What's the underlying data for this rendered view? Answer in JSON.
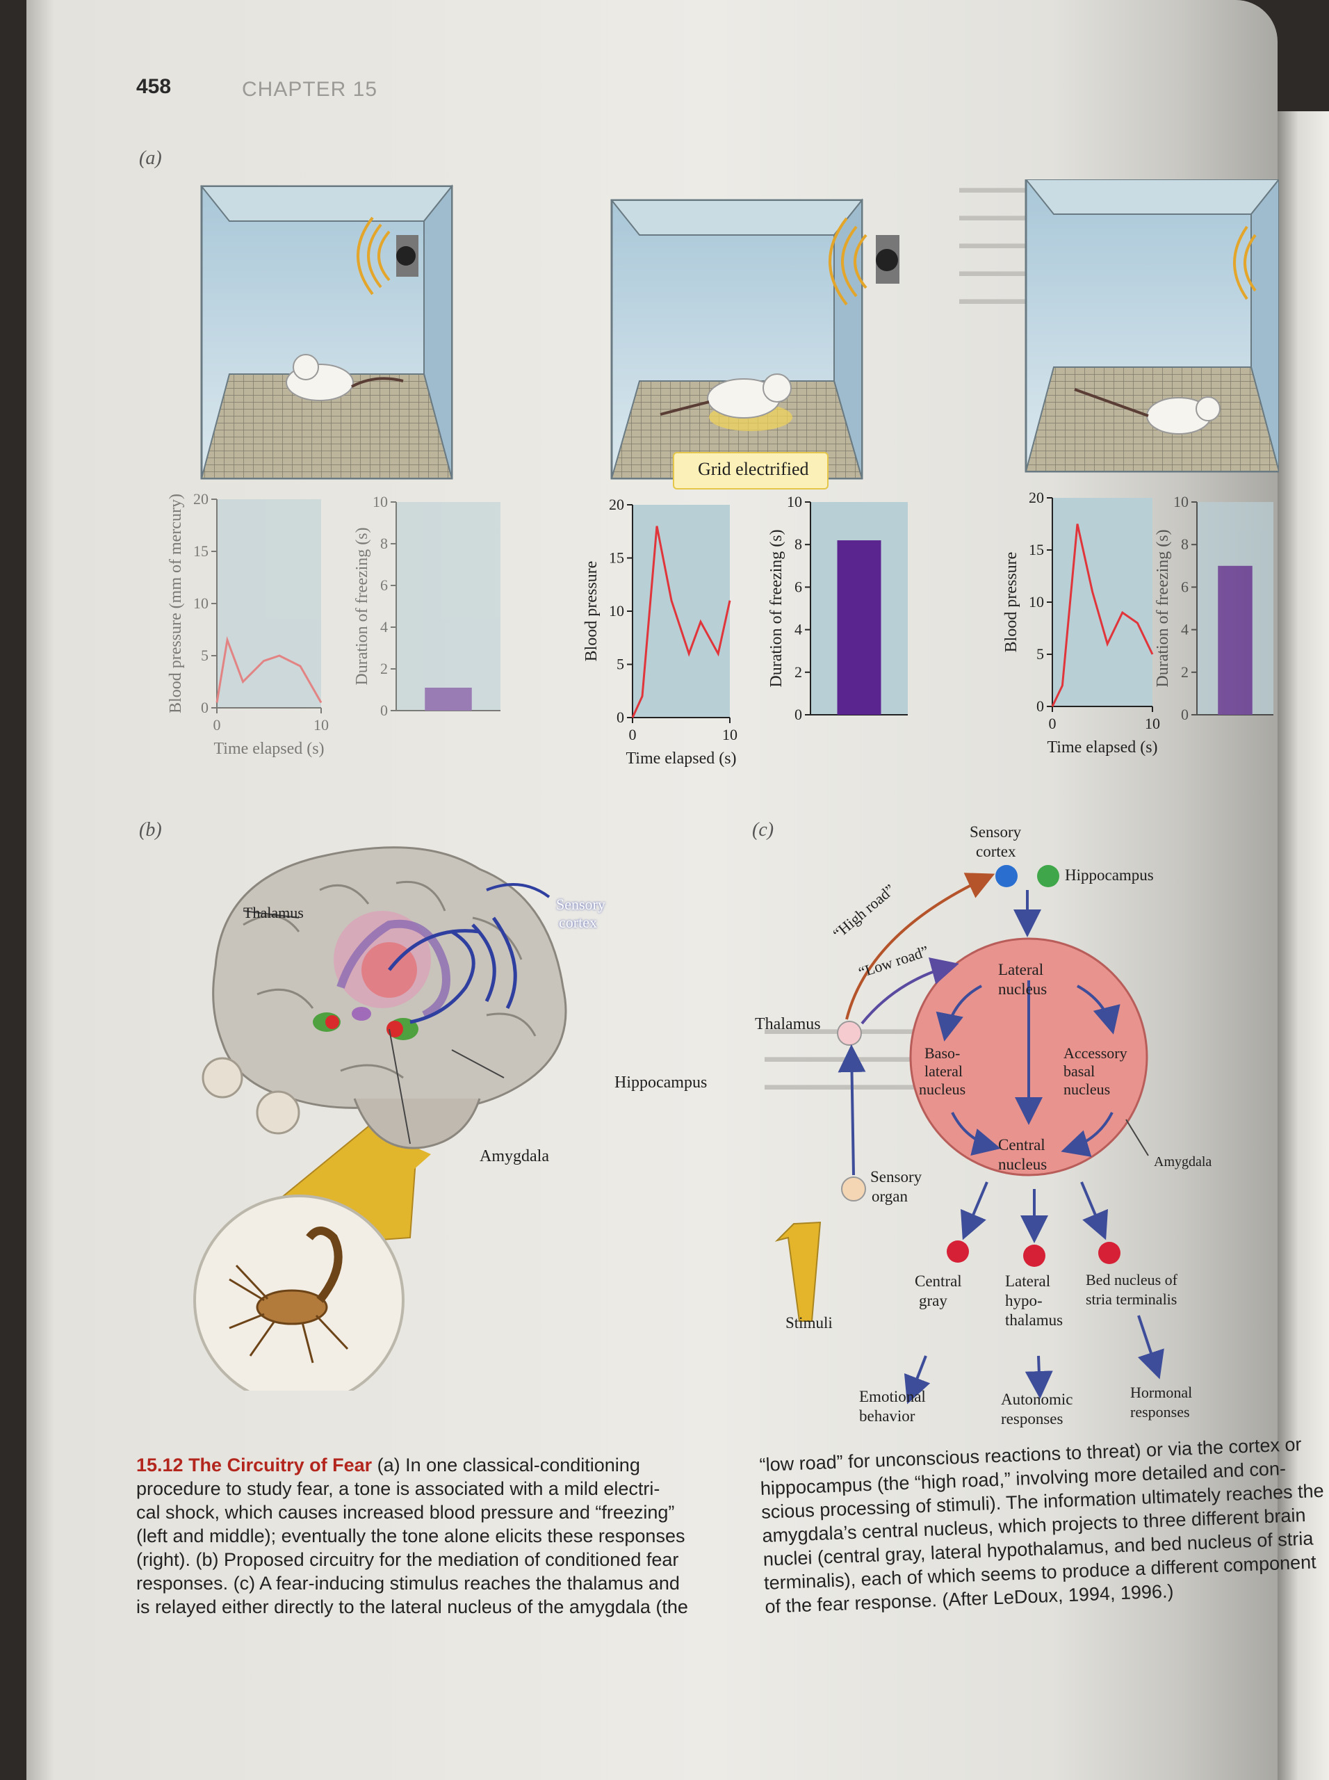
{
  "header": {
    "page_number": "458",
    "chapter": "CHAPTER 15"
  },
  "panel_labels": {
    "a": "(a)",
    "b": "(b)",
    "c": "(c)"
  },
  "grid_label": "Grid electrified",
  "chart_data": [
    {
      "type": "line",
      "ylabel": "Blood pressure (mm of mercury)",
      "xlabel": "Time elapsed (s)",
      "xlim": [
        0,
        10
      ],
      "ylim": [
        0,
        20
      ],
      "xticks": [
        "0",
        "10"
      ],
      "yticks": [
        "0",
        "5",
        "10",
        "15",
        "20"
      ],
      "x": [
        0,
        1,
        2.5,
        4.5,
        6,
        8,
        10
      ],
      "y": [
        0.5,
        6.5,
        2.5,
        4.5,
        5,
        4,
        0.5
      ]
    },
    {
      "type": "bar",
      "ylabel": "Duration of freezing (s)",
      "ylim": [
        0,
        10
      ],
      "yticks": [
        "0",
        "2",
        "4",
        "6",
        "8",
        "10"
      ],
      "values": [
        1.1
      ]
    },
    {
      "type": "line",
      "ylabel": "Blood pressure",
      "xlabel": "Time elapsed (s)",
      "xlim": [
        0,
        10
      ],
      "ylim": [
        0,
        20
      ],
      "xticks": [
        "0",
        "10"
      ],
      "yticks": [
        "0",
        "5",
        "10",
        "15",
        "20"
      ],
      "x": [
        0,
        1,
        2.5,
        4,
        5.8,
        7,
        8.8,
        10
      ],
      "y": [
        0,
        2,
        18,
        11,
        6,
        9,
        6,
        11
      ]
    },
    {
      "type": "bar",
      "ylabel": "Duration of freezing (s)",
      "ylim": [
        0,
        10
      ],
      "yticks": [
        "0",
        "2",
        "4",
        "6",
        "8",
        "10"
      ],
      "values": [
        8.2
      ]
    },
    {
      "type": "line",
      "ylabel": "Blood pressure",
      "xlabel": "Time elapsed (s)",
      "xlim": [
        0,
        10
      ],
      "ylim": [
        0,
        20
      ],
      "xticks": [
        "0",
        "10"
      ],
      "yticks": [
        "0",
        "5",
        "10",
        "15",
        "20"
      ],
      "x": [
        0,
        1,
        2.5,
        4,
        5.5,
        7,
        8.5,
        10
      ],
      "y": [
        0,
        2,
        17.5,
        11,
        6,
        9,
        8,
        5
      ]
    },
    {
      "type": "bar",
      "ylabel": "Duration of freezing (s)",
      "ylim": [
        0,
        10
      ],
      "yticks": [
        "0",
        "2",
        "4",
        "6",
        "8",
        "10"
      ],
      "values": [
        7
      ]
    }
  ],
  "brain": {
    "thalamus": "Thalamus",
    "sensory_cortex_1": "Sensory",
    "sensory_cortex_2": "cortex",
    "hippocampus": "Hippocampus",
    "amygdala": "Amygdala"
  },
  "circuit": {
    "sensory_cortex_1": "Sensory",
    "sensory_cortex_2": "cortex",
    "hippocampus": "Hippocampus",
    "high_road": "“High road”",
    "low_road": "“Low road”",
    "thalamus": "Thalamus",
    "lateral_1": "Lateral",
    "lateral_2": "nucleus",
    "baso_1": "Baso-",
    "baso_2": "lateral",
    "baso_3": "nucleus",
    "accessory_1": "Accessory",
    "accessory_2": "basal",
    "accessory_3": "nucleus",
    "central_1": "Central",
    "central_2": "nucleus",
    "amygdala": "Amygdala",
    "sensory_organ_1": "Sensory",
    "sensory_organ_2": "organ",
    "stimuli": "Stimuli",
    "central_gray_1": "Central",
    "central_gray_2": "gray",
    "lat_hypo_1": "Lateral",
    "lat_hypo_2": "hypo-",
    "lat_hypo_3": "thalamus",
    "bed_1": "Bed nucleus of",
    "bed_2": "stria terminalis",
    "emotional_1": "Emotional",
    "emotional_2": "behavior",
    "autonomic_1": "Autonomic",
    "autonomic_2": "responses",
    "hormonal_1": "Hormonal",
    "hormonal_2": "responses"
  },
  "caption": {
    "figure": "15.12 The Circuitry of Fear",
    "left": [
      "(a) In one classical-conditioning",
      "procedure to study fear, a tone is associated with a mild electri-",
      "cal shock, which causes increased blood pressure and “freezing”",
      "(left and middle); eventually the tone alone elicits these responses",
      "(right). (b) Proposed circuitry for the mediation of conditioned fear",
      "responses. (c) A fear-inducing stimulus reaches the thalamus and",
      "is relayed either directly to the lateral nucleus of the amygdala (the"
    ],
    "right": [
      "“low road” for unconscious reactions to threat) or via the cortex or",
      "hippocampus (the “high road,” involving more detailed and con-",
      "scious processing of stimuli). The information ultimately reaches the",
      "amygdala’s central nucleus, which projects to three different brain",
      "nuclei (central gray, lateral hypothalamus, and bed nucleus of stria",
      "terminalis), each of which seems to produce a different component",
      "of the fear response. (After LeDoux, 1994, 1996.)"
    ]
  }
}
